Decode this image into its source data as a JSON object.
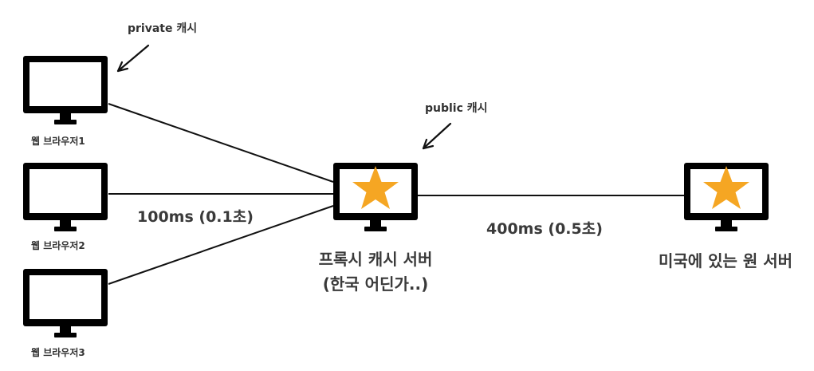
{
  "annotations": {
    "private_cache": "private 캐시",
    "public_cache": "public 캐시"
  },
  "browsers": [
    {
      "label": "웹 브라우저1"
    },
    {
      "label": "웹 브라우저2"
    },
    {
      "label": "웹 브라우저3"
    }
  ],
  "proxy": {
    "line1": "프록시 캐시 서버",
    "line2": "(한국 어딘가..)"
  },
  "origin": {
    "label": "미국에 있는 원 서버"
  },
  "latency": {
    "browser_to_proxy": "100ms (0.1초)",
    "proxy_to_origin": "400ms (0.5초)"
  },
  "icons": {
    "monitor": "monitor-icon",
    "star": "star-icon",
    "arrow": "arrow-icon"
  },
  "colors": {
    "star": "#F5A623",
    "monitor": "#000000",
    "line": "#111111"
  }
}
